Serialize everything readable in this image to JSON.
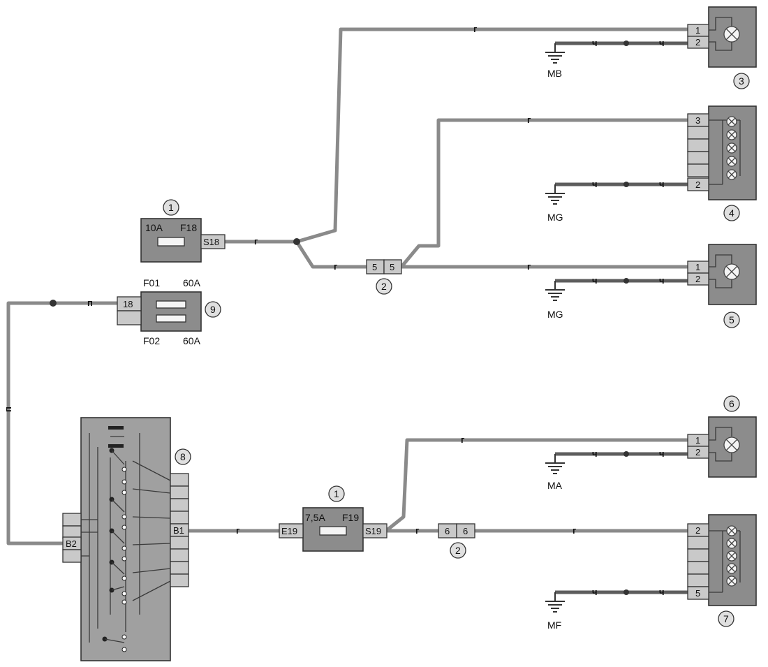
{
  "wires": {
    "g": "г",
    "ch": "ч",
    "p": "п"
  },
  "connectors": {
    "c2_pin": "5",
    "c2b_pin": "6"
  },
  "fuse_upper": {
    "rating": "10A",
    "name": "F18",
    "socket": "S18"
  },
  "fuse_lower": {
    "rating": "7,5A",
    "name": "F19",
    "socket_in": "E19",
    "socket_out": "S19"
  },
  "fuse_block": {
    "f01": "F01",
    "f01_rating": "60A",
    "f02": "F02",
    "f02_rating": "60A",
    "pin": "18"
  },
  "switch_block": {
    "pin_left": "B2",
    "pin_right": "B1"
  },
  "grounds": {
    "mb": "MB",
    "mg": "MG",
    "ma": "MA",
    "mf": "MF"
  },
  "pins": {
    "p1": "1",
    "p2": "2",
    "p3": "3",
    "p5": "5"
  },
  "callouts": {
    "c1": "1",
    "c2": "2",
    "c3": "3",
    "c4": "4",
    "c5": "5",
    "c6": "6",
    "c7": "7",
    "c8": "8",
    "c9": "9"
  }
}
